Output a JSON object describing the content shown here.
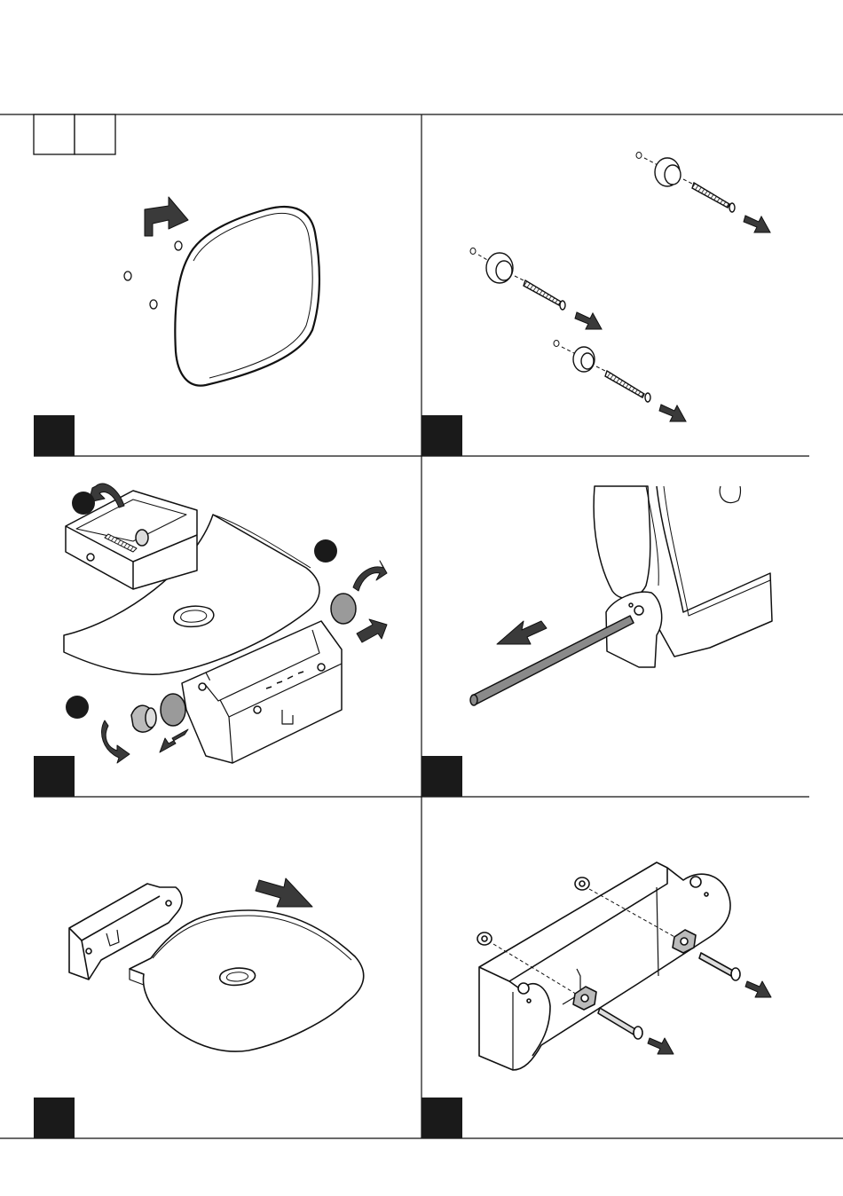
{
  "document": {
    "type": "assembly-instructions",
    "panels": [
      {
        "step": "",
        "name": "remove-backrest"
      },
      {
        "step": "",
        "name": "remove-wall-screws"
      },
      {
        "step": "",
        "name": "remove-hinge-caps"
      },
      {
        "step": "",
        "name": "pull-out-pivot-rod"
      },
      {
        "step": "",
        "name": "detach-seat-from-bracket"
      },
      {
        "step": "",
        "name": "remove-bracket-bolts"
      }
    ],
    "colors": {
      "line": "#111111",
      "arrow": "#3a3a3a",
      "badge": "#1a1a1a",
      "rod": "#8a8a8a",
      "cap": "#9a9a9a"
    }
  }
}
